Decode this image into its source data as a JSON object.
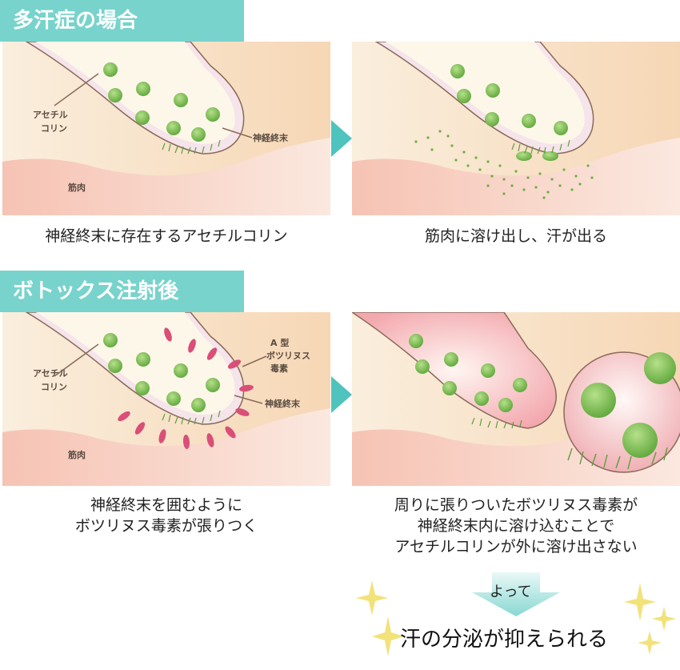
{
  "section1": {
    "title": "多汗症の場合",
    "left_caption": "神経終末に存在するアセチルコリン",
    "right_caption": "筋肉に溶け出し、汗が出る",
    "labels": {
      "acetylcholine_1": "アセチル",
      "acetylcholine_2": "コリン",
      "nerve_ending": "神経終末",
      "muscle": "筋肉"
    }
  },
  "section2": {
    "title": "ボトックス注射後",
    "left_caption_1": "神経終末を囲むように",
    "left_caption_2": "ボツリヌス毒素が張りつく",
    "right_caption_1": "周りに張りついたボツリヌス毒素が",
    "right_caption_2": "神経終末内に溶け込むことで",
    "right_caption_3": "アセチルコリンが外に溶け出さない",
    "labels": {
      "acetylcholine_1": "アセチル",
      "acetylcholine_2": "コリン",
      "toxin_1": "A 型",
      "toxin_2": "ボツリヌス",
      "toxin_3": "毒素",
      "nerve_ending": "神経終末",
      "muscle": "筋肉"
    }
  },
  "conclusion": {
    "connector": "よって",
    "result": "汗の分泌が抑えられる"
  },
  "colors": {
    "header": "#78d3cc",
    "arrow": "#4fc3bd",
    "vesicle": "#7cbf4e",
    "toxin": "#d94f77",
    "muscle": "#f7c9bd"
  }
}
